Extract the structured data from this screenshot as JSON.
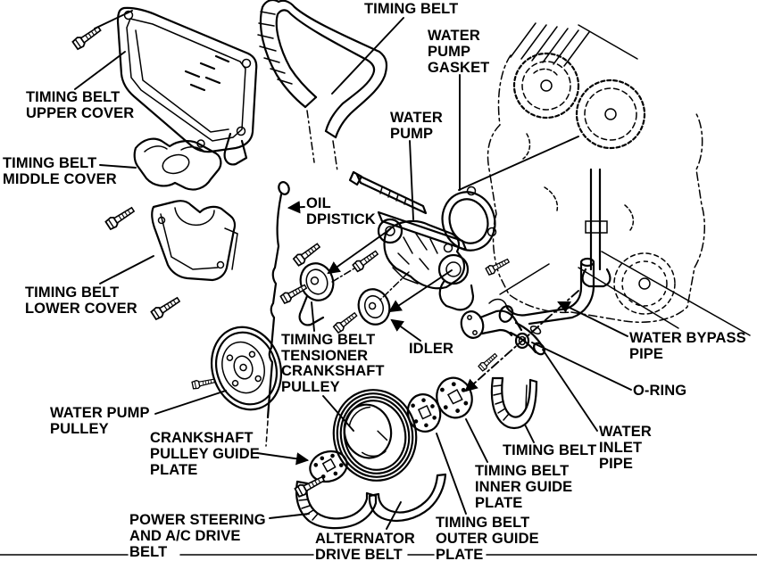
{
  "diagram": {
    "type": "exploded-parts-line-drawing",
    "colors": {
      "ink": "#000000",
      "paper": "#ffffff"
    }
  },
  "labels": {
    "timing_belt": "TIMING BELT",
    "water_pump_gasket": "WATER\nPUMP\nGASKET",
    "timing_belt_upper_cover": "TIMING BELT\nUPPER COVER",
    "timing_belt_middle_cover": "TIMING BELT\nMIDDLE COVER",
    "water_pump": "WATER\nPUMP",
    "oil_dpistick": "OIL\nDPISTICK",
    "timing_belt_lower_cover": "TIMING BELT\nLOWER COVER",
    "water_bypass_pipe": "WATER BYPASS\nPIPE",
    "timing_belt_tensioner": "TIMING BELT\nTENSIONER",
    "crankshaft_pulley": "CRANKSHAFT\nPULLEY",
    "idler": "IDLER",
    "o_ring": "O-RING",
    "water_pump_pulley": "WATER PUMP\nPULLEY",
    "crankshaft_pulley_guide_plate": "CRANKSHAFT\nPULLEY GUIDE\nPLATE",
    "timing_belt_2": "TIMING BELT",
    "water_inlet_pipe": "WATER\nINLET\nPIPE",
    "timing_belt_inner_guide_plate": "TIMING BELT\nINNER GUIDE\nPLATE",
    "power_steering_ac_drive_belt": "POWER STEERING\nAND A/C DRIVE\nBELT",
    "alternator_drive_belt": "ALTERNATOR\nDRIVE BELT",
    "timing_belt_outer_guide_plate": "TIMING BELT\nOUTER GUIDE\nPLATE"
  }
}
